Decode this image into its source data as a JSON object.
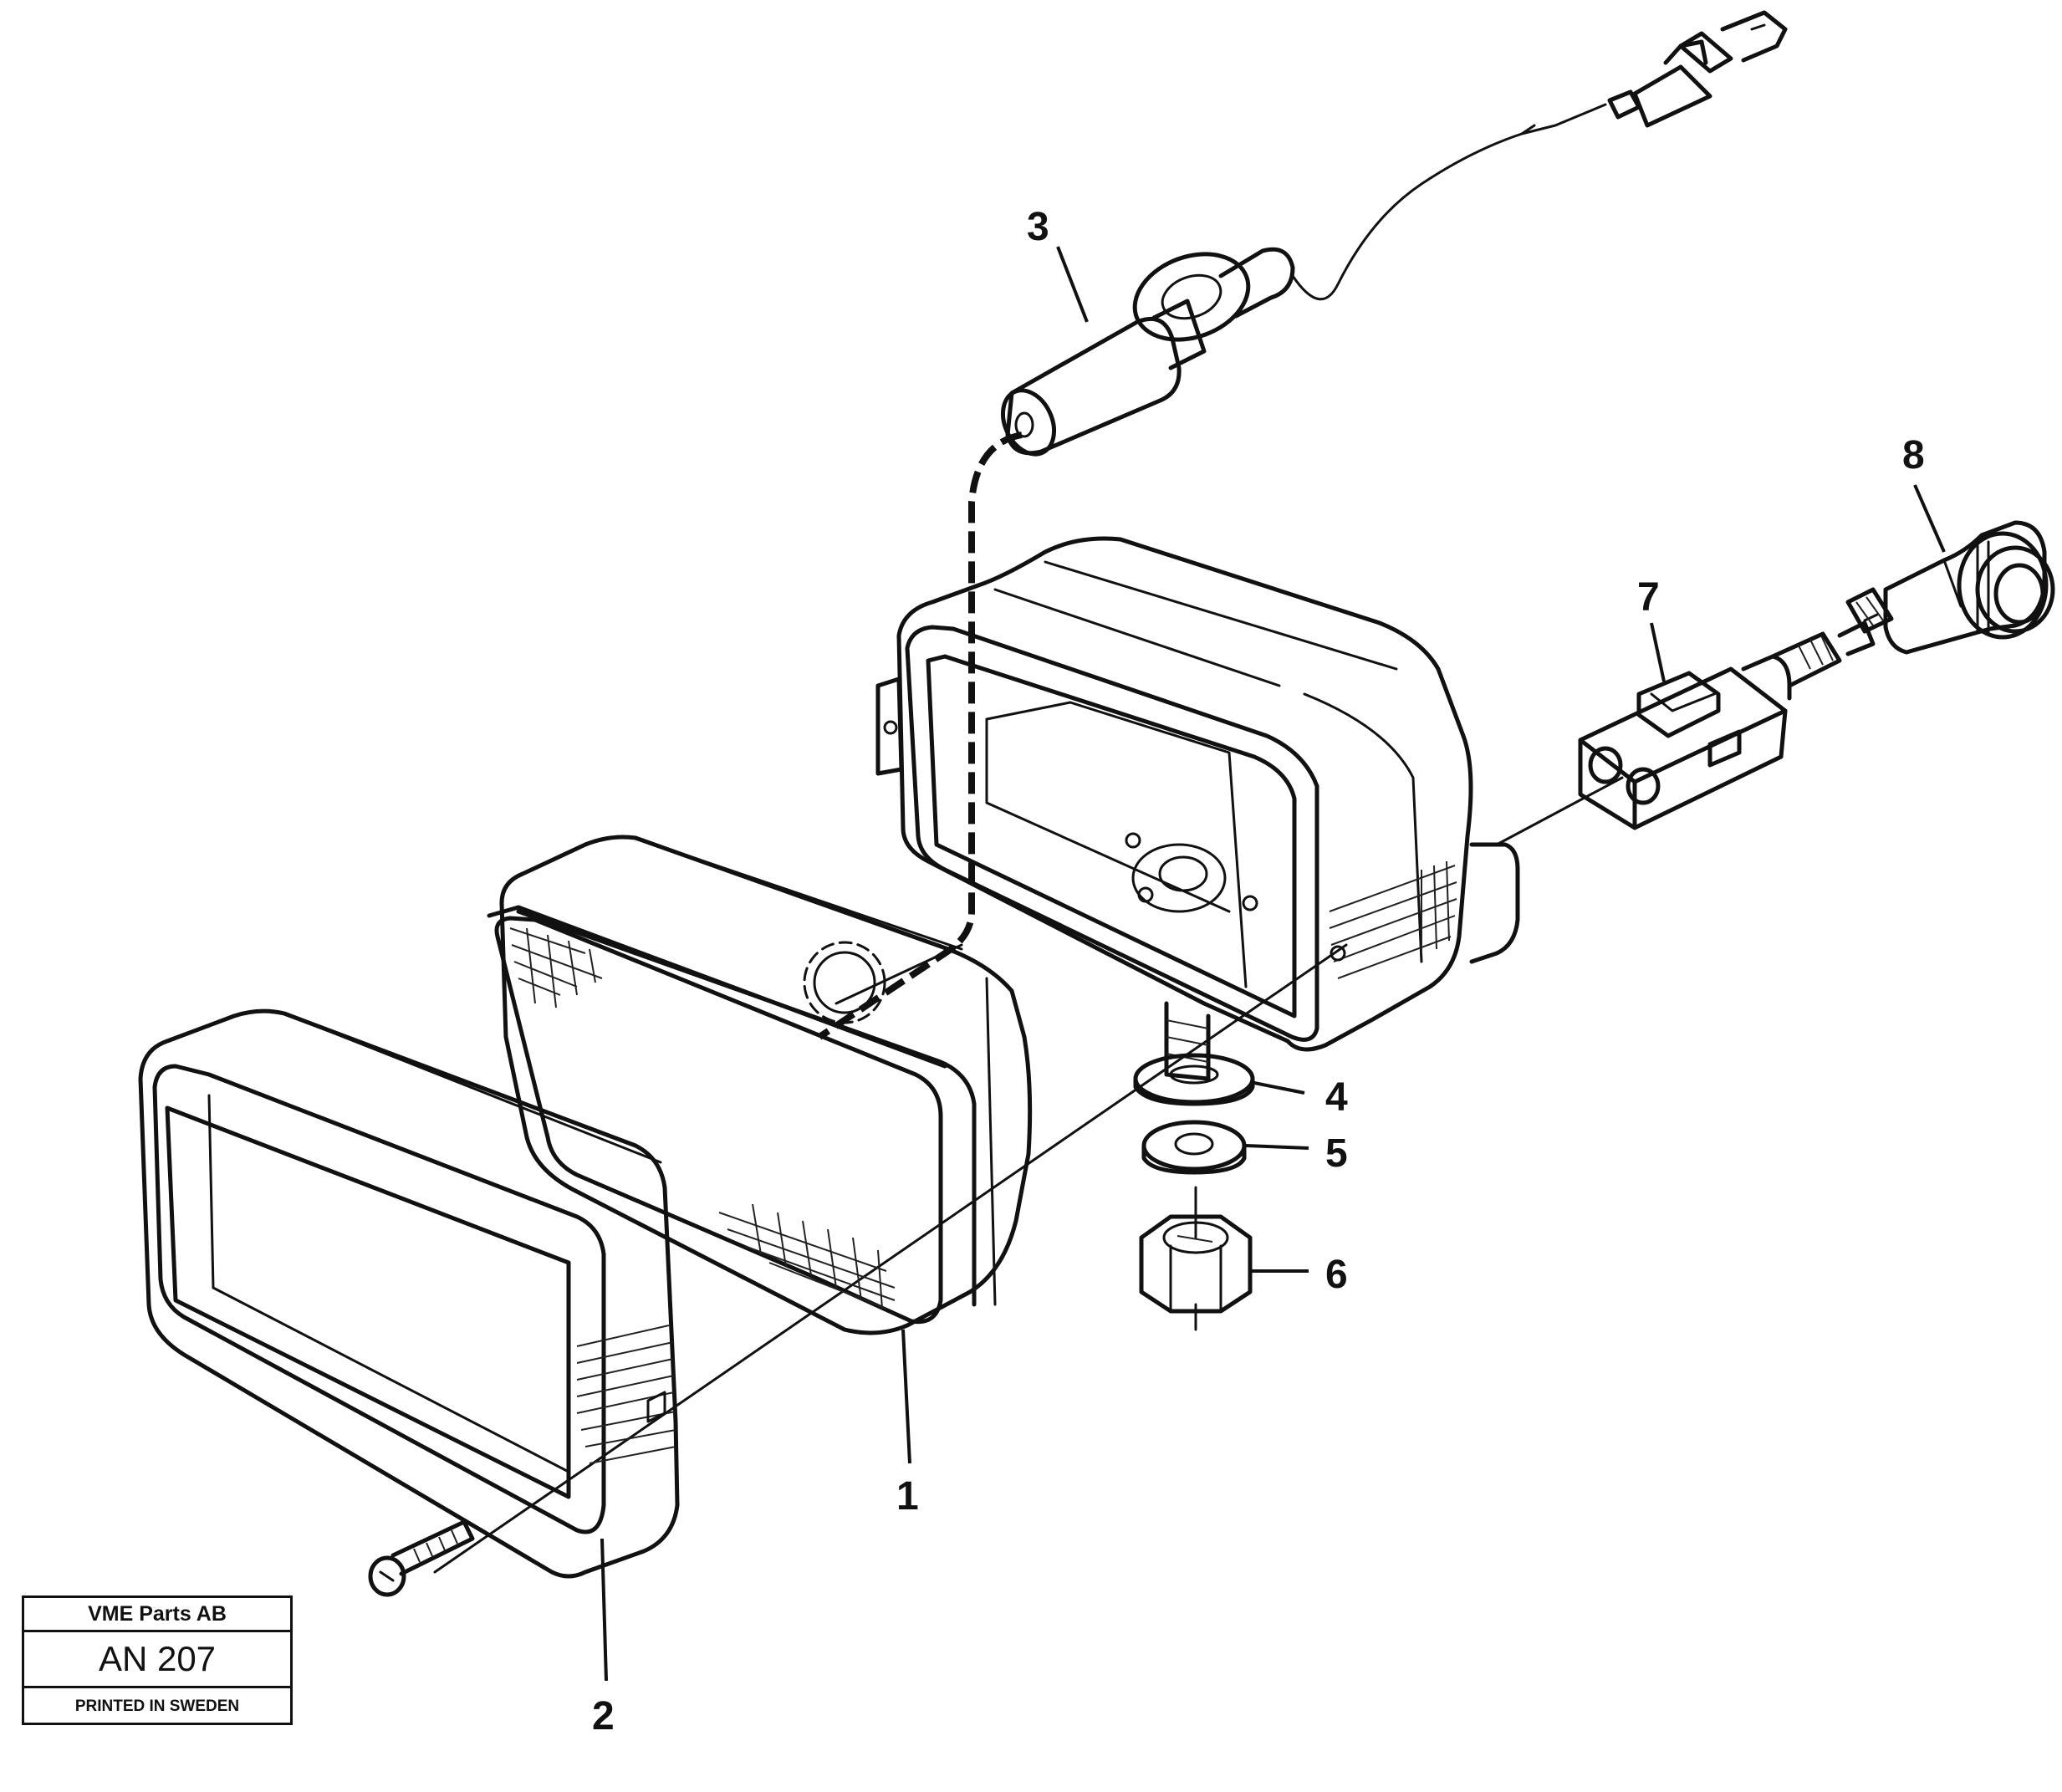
{
  "callouts": [
    {
      "id": "1",
      "label": "1"
    },
    {
      "id": "2",
      "label": "2"
    },
    {
      "id": "3",
      "label": "3"
    },
    {
      "id": "4",
      "label": "4"
    },
    {
      "id": "5",
      "label": "5"
    },
    {
      "id": "6",
      "label": "6"
    },
    {
      "id": "7",
      "label": "7"
    },
    {
      "id": "8",
      "label": "8"
    }
  ],
  "title_block": {
    "company": "VME Parts AB",
    "code": "AN 207",
    "printed": "PRINTED IN SWEDEN"
  }
}
